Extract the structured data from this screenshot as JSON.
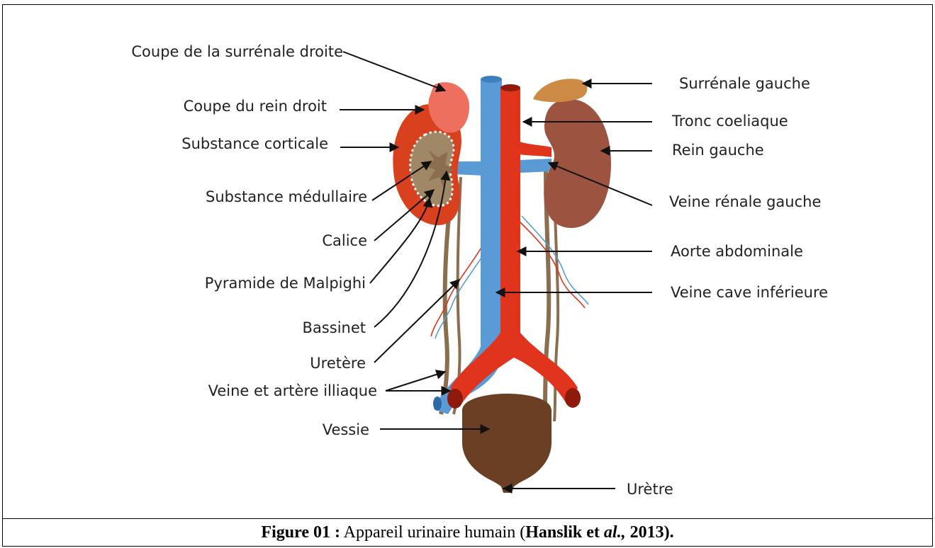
{
  "labels": {
    "coupe_surrenale_droite": "Coupe de la surrénale droite",
    "coupe_rein_droit": "Coupe du rein droit",
    "substance_corticale": "Substance corticale",
    "substance_medullaire": "Substance médullaire",
    "calice": "Calice",
    "pyramide_malpighi": "Pyramide de Malpighi",
    "bassinet": "Bassinet",
    "uretere": "Uretère",
    "veine_artere_illiaque": "Veine et artère illiaque",
    "vessie": "Vessie",
    "surrenale_gauche": "Surrénale gauche",
    "tronc_coeliaque": "Tronc coeliaque",
    "rein_gauche": "Rein gauche",
    "veine_renale_gauche": "Veine rénale gauche",
    "aorte_abdominale": "Aorte abdominale",
    "veine_cave_inferieure": "Veine cave inférieure",
    "uretre": "Urètre"
  },
  "caption": {
    "figure_label": "Figure 01 :",
    "text": " Appareil urinaire humain (",
    "author": "Hanslik et ",
    "etal": "al.,",
    "year": " 2013)."
  },
  "colors": {
    "aorta": "#e0341c",
    "vena_cava": "#5b9bd5",
    "kidney_right": "#d9401e",
    "kidney_left": "#9c5440",
    "adrenal_right": "#ef6f5e",
    "adrenal_left": "#cd8a45",
    "bladder": "#6b3f24",
    "ureter": "#8b6d4f",
    "medulla": "#a08866"
  }
}
